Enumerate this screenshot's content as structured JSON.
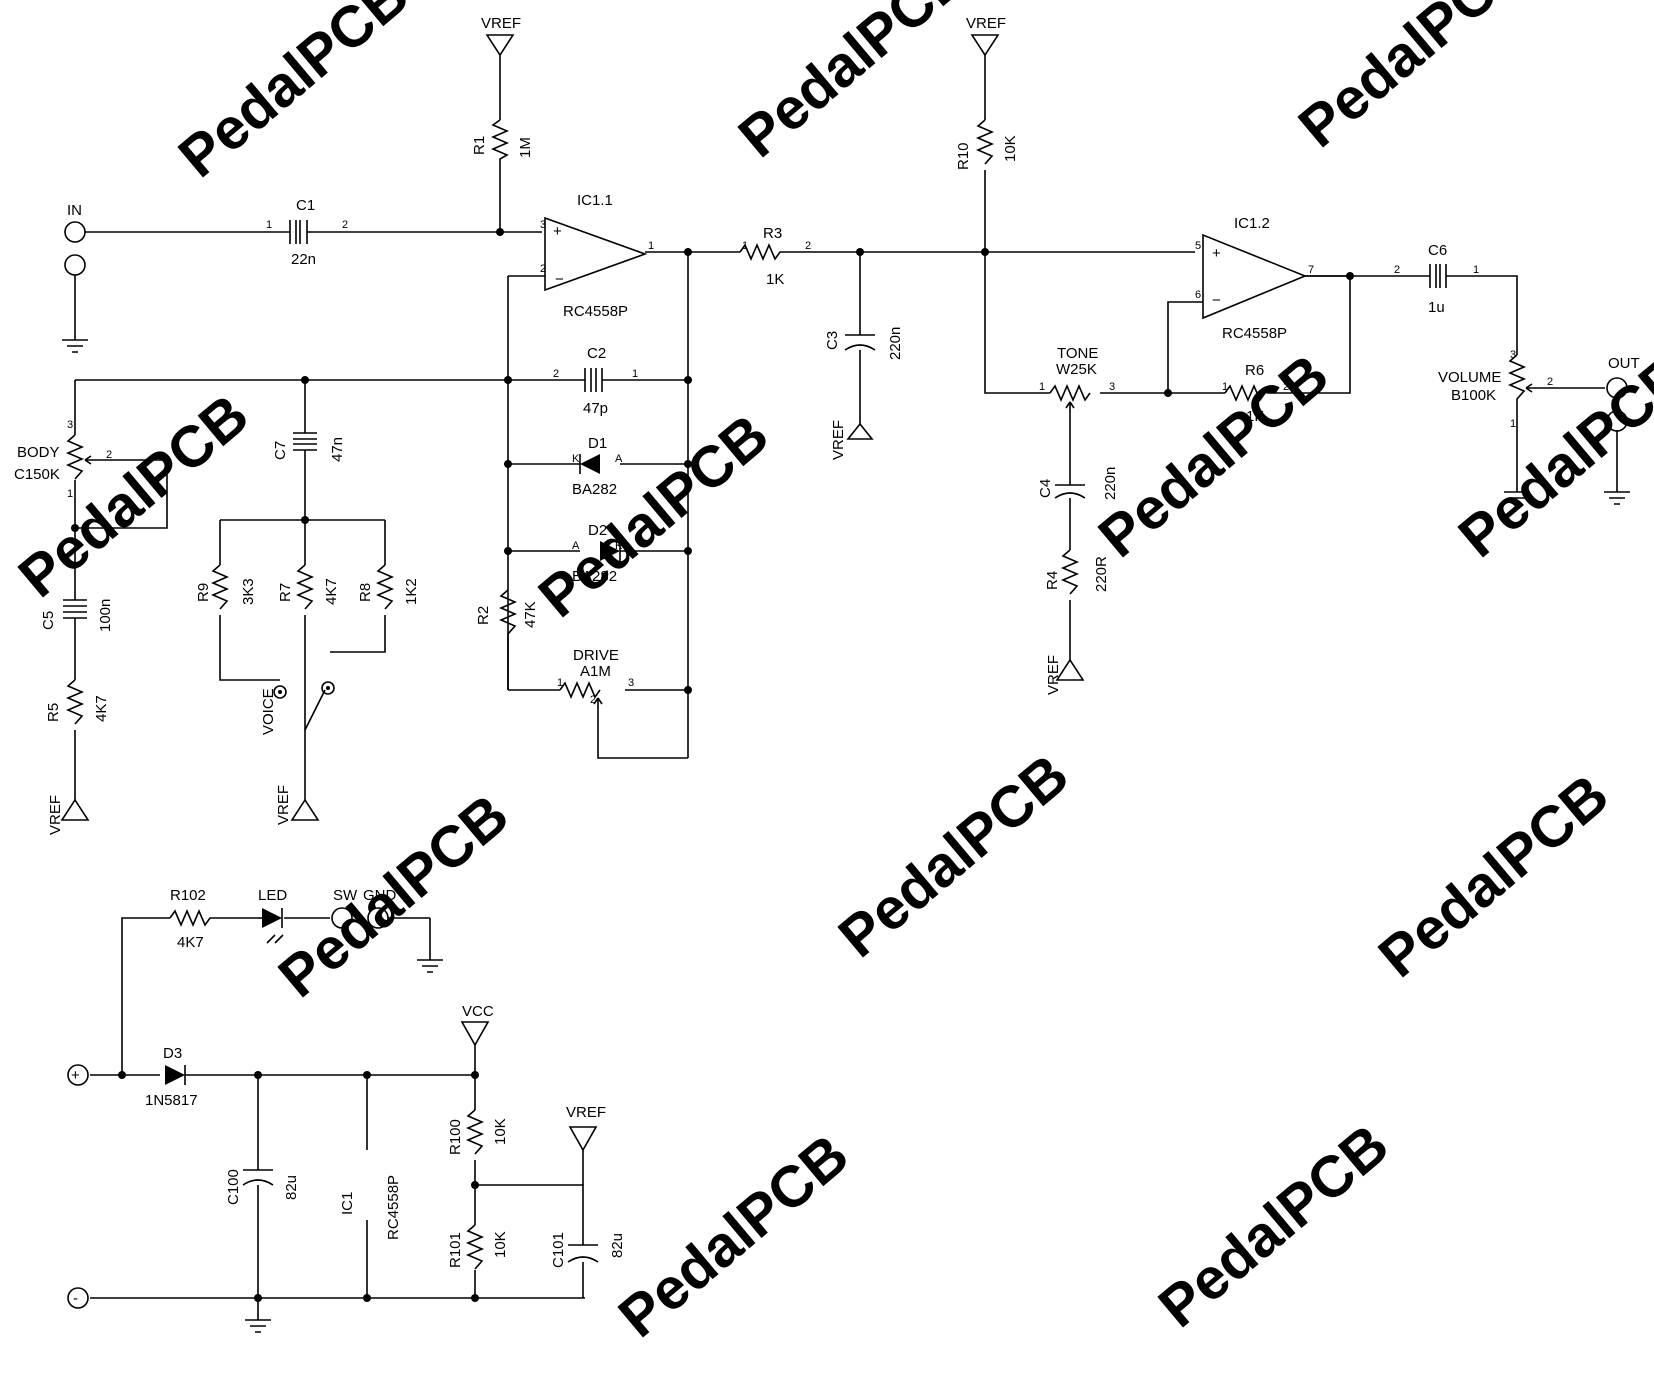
{
  "watermark": "PedalPCB",
  "labels": {
    "in": "IN",
    "out": "OUT",
    "vref1": "VREF",
    "vref2": "VREF",
    "vref3": "VREF",
    "vref4": "VREF",
    "vref5": "VREF",
    "vref6": "VREF",
    "vref7": "VREF",
    "vcc": "VCC",
    "c1": "C1",
    "c1v": "22n",
    "r1": "R1",
    "r1v": "1M",
    "ic11": "IC1.1",
    "ic11p": "RC4558P",
    "r3": "R3",
    "r3v": "1K",
    "c3": "C3",
    "c3v": "220n",
    "r10": "R10",
    "r10v": "10K",
    "ic12": "IC1.2",
    "ic12p": "RC4558P",
    "c6": "C6",
    "c6v": "1u",
    "volume": "VOLUME",
    "volumev": "B100K",
    "tone": "TONE",
    "tonev": "W25K",
    "r6": "R6",
    "r6v": "1K",
    "c4": "C4",
    "c4v": "220n",
    "r4": "R4",
    "r4v": "220R",
    "c2": "C2",
    "c2v": "47p",
    "d1": "D1",
    "d1v": "BA282",
    "d2": "D2",
    "d2v": "BA282",
    "r2": "R2",
    "r2v": "47K",
    "drive": "DRIVE",
    "drivev": "A1M",
    "body": "BODY",
    "bodyv": "C150K",
    "c5": "C5",
    "c5v": "100n",
    "r5": "R5",
    "r5v": "4K7",
    "c7": "C7",
    "c7v": "47n",
    "r9": "R9",
    "r9v": "3K3",
    "r7": "R7",
    "r7v": "4K7",
    "r8": "R8",
    "r8v": "1K2",
    "voice": "VOICE",
    "r102": "R102",
    "r102v": "4K7",
    "led": "LED",
    "sw": "SW",
    "gnd": "GND",
    "d3": "D3",
    "d3v": "1N5817",
    "c100": "C100",
    "c100v": "82u",
    "ic1": "IC1",
    "ic1p": "RC4558P",
    "r100": "R100",
    "r100v": "10K",
    "r101": "R101",
    "r101v": "10K",
    "c101": "C101",
    "c101v": "82u",
    "plus": "+",
    "minus": "-"
  }
}
